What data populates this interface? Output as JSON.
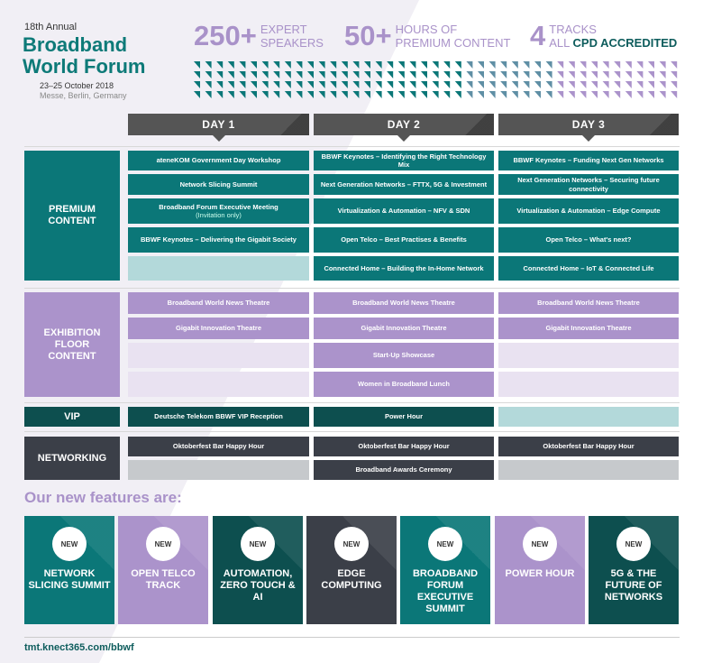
{
  "header": {
    "annual": "18th Annual",
    "brand_line1": "Broadband",
    "brand_line2": "World Forum",
    "dates": "23–25 October 2018",
    "location": "Messe, Berlin, Germany"
  },
  "stats": [
    {
      "big": "250+",
      "line1": "EXPERT",
      "line2": "SPEAKERS",
      "bold": ""
    },
    {
      "big": "50+",
      "line1": "HOURS OF",
      "line2": "PREMIUM CONTENT",
      "bold": ""
    },
    {
      "big": "4",
      "line1": "TRACKS",
      "line2": "ALL ",
      "bold": "CPD ACCREDITED"
    }
  ],
  "days": [
    "DAY 1",
    "DAY 2",
    "DAY 3"
  ],
  "sections": {
    "premium": {
      "label": "PREMIUM CONTENT",
      "cols": [
        [
          {
            "t": "ateneKOM Government Day Workshop"
          },
          {
            "t": "Network Slicing Summit"
          },
          {
            "t": "Broadband Forum Executive Meeting",
            "sub": "(Invitation only)"
          },
          {
            "t": "BBWF Keynotes – Delivering the Gigabit Society"
          },
          {
            "t": "",
            "empty": true
          }
        ],
        [
          {
            "t": "BBWF Keynotes – Identifying the Right Technology Mix"
          },
          {
            "t": "Next Generation Networks – FTTX, 5G & Investment"
          },
          {
            "t": "Virtualization & Automation – NFV & SDN"
          },
          {
            "t": "Open Telco – Best Practises & Benefits"
          },
          {
            "t": "Connected Home – Building the In-Home Network"
          }
        ],
        [
          {
            "t": "BBWF Keynotes – Funding Next Gen Networks"
          },
          {
            "t": "Next Generation Networks – Securing future connectivity"
          },
          {
            "t": "Virtualization & Automation – Edge Compute"
          },
          {
            "t": "Open Telco – What's next?"
          },
          {
            "t": "Connected Home – IoT & Connected Life"
          }
        ]
      ]
    },
    "exhibition": {
      "label": "EXHIBITION FLOOR CONTENT",
      "cols": [
        [
          {
            "t": "Broadband World News Theatre"
          },
          {
            "t": "Gigabit Innovation Theatre"
          },
          {
            "t": "",
            "empty": true
          },
          {
            "t": "",
            "empty": true
          }
        ],
        [
          {
            "t": "Broadband World News Theatre"
          },
          {
            "t": "Gigabit Innovation Theatre"
          },
          {
            "t": "Start-Up Showcase"
          },
          {
            "t": "Women in Broadband Lunch"
          }
        ],
        [
          {
            "t": "Broadband World News Theatre"
          },
          {
            "t": "Gigabit Innovation Theatre"
          },
          {
            "t": "",
            "empty": true
          },
          {
            "t": "",
            "empty": true
          }
        ]
      ]
    },
    "vip": {
      "label": "VIP",
      "cols": [
        [
          {
            "t": "Deutsche Telekom BBWF VIP Reception"
          }
        ],
        [
          {
            "t": "Power Hour"
          }
        ],
        [
          {
            "t": "",
            "empty": true
          }
        ]
      ]
    },
    "networking": {
      "label": "NETWORKING",
      "cols": [
        [
          {
            "t": "Oktoberfest Bar Happy Hour"
          },
          {
            "t": "",
            "empty": true
          }
        ],
        [
          {
            "t": "Oktoberfest Bar Happy Hour"
          },
          {
            "t": "Broadband Awards Ceremony"
          }
        ],
        [
          {
            "t": "Oktoberfest Bar Happy Hour"
          },
          {
            "t": "",
            "empty": true
          }
        ]
      ]
    }
  },
  "features": {
    "title": "Our new features are:",
    "badge": "NEW",
    "cards": [
      {
        "title": "NETWORK SLICING SUMMIT",
        "color": "#0b7778"
      },
      {
        "title": "OPEN TELCO TRACK",
        "color": "#ab93cb"
      },
      {
        "title": "AUTOMATION, ZERO TOUCH & AI",
        "color": "#0d4f4f"
      },
      {
        "title": "EDGE COMPUTING",
        "color": "#3b3f48"
      },
      {
        "title": "BROADBAND FORUM EXECUTIVE SUMMIT",
        "color": "#0b7778"
      },
      {
        "title": "POWER HOUR",
        "color": "#ab93cb"
      },
      {
        "title": "5G & THE FUTURE OF NETWORKS",
        "color": "#0d4f4f"
      }
    ]
  },
  "footer": {
    "url": "tmt.knect365.com/bbwf"
  },
  "colors": {
    "teal": "#0b7778",
    "purple": "#ab93cb",
    "dark_teal": "#0d4f4f",
    "dark_gray": "#3b3f48"
  }
}
